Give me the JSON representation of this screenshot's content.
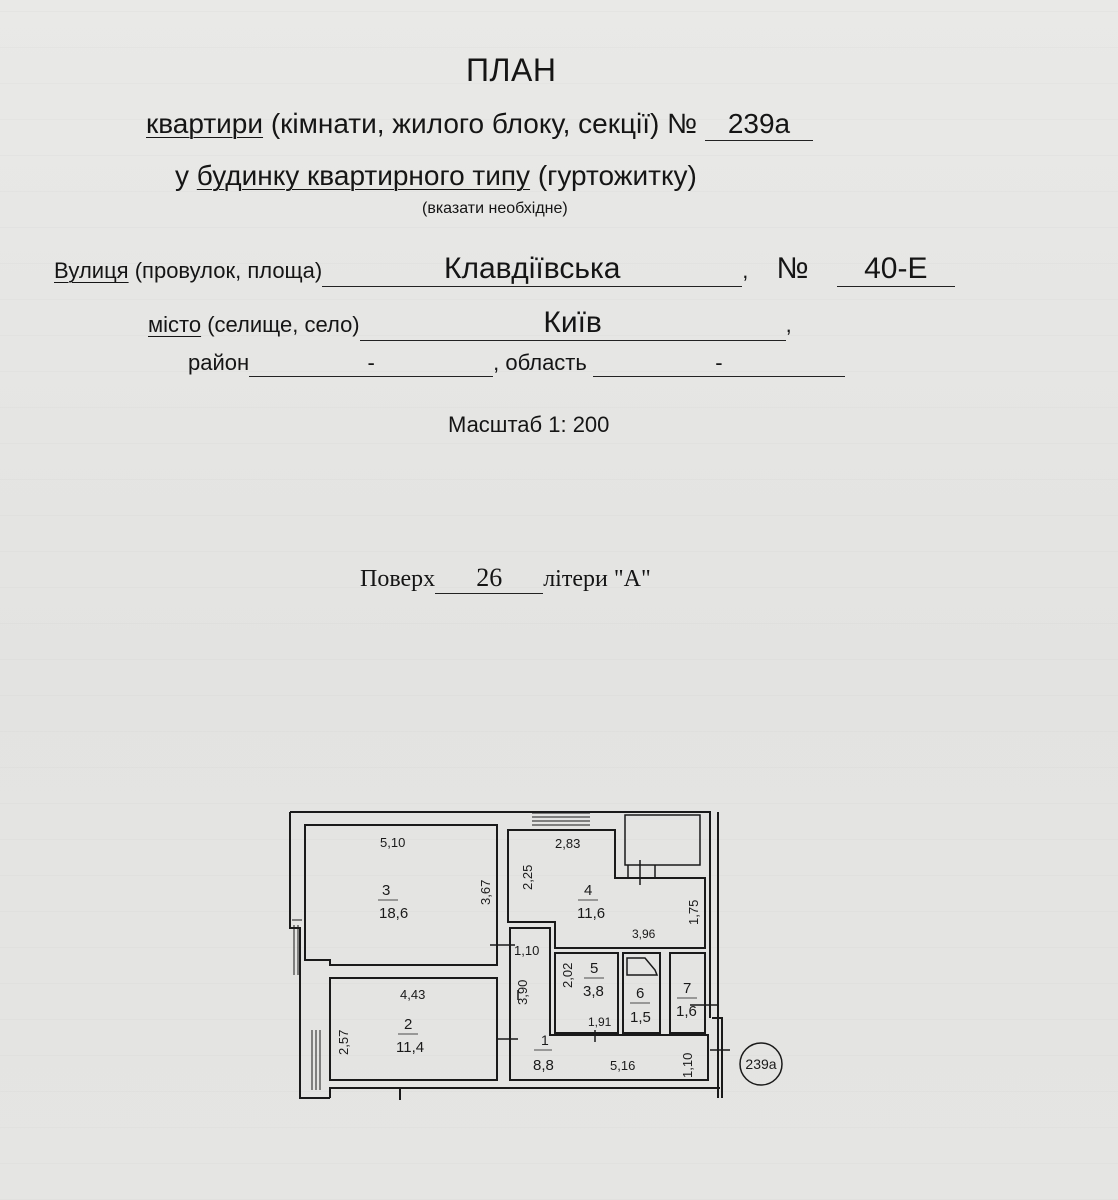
{
  "document": {
    "title": "ПЛАН",
    "apartment_line": {
      "prefix_underlined": "квартири",
      "text": "(кімнати, жилого блоку, секції)",
      "number_label": "№",
      "number_value": "239а"
    },
    "building_line": {
      "prefix": "у",
      "underlined": "будинку квартирного типу",
      "text": "(гуртожитку)"
    },
    "hint": "(вказати необхідне)",
    "street": {
      "label_underlined": "Вулиця",
      "label_rest": "(провулок, площа)",
      "value": "Клавдіївська",
      "comma": ",",
      "number_label": "№",
      "number_value": "40-Е"
    },
    "city": {
      "label_underlined": "місто",
      "label_rest": "(селище, село)",
      "value": "Київ",
      "comma": ","
    },
    "district": {
      "label": "район",
      "value": "-",
      "region_label": ", область",
      "region_value": "-"
    },
    "scale": "Масштаб 1: 200",
    "floor": {
      "label": "Поверх",
      "value": "26",
      "letter_label": "літери \"А\""
    }
  },
  "floor_plan": {
    "apartment_badge": "239а",
    "rooms": [
      {
        "id": "3",
        "area": "18,6",
        "dims": [
          "5,10",
          "3,67"
        ]
      },
      {
        "id": "4",
        "area": "11,6",
        "dims": [
          "2,83",
          "2,25",
          "3,96",
          "1,75"
        ]
      },
      {
        "id": "2",
        "area": "11,4",
        "dims": [
          "4,43",
          "2,57"
        ]
      },
      {
        "id": "1",
        "area": "8,8",
        "dims": [
          "1,10",
          "3,90",
          "5,16",
          "1,10"
        ]
      },
      {
        "id": "5",
        "area": "3,8",
        "dims": [
          "2,02",
          "1,91"
        ]
      },
      {
        "id": "6",
        "area": "1,5",
        "dims": []
      },
      {
        "id": "7",
        "area": "1,6",
        "dims": []
      }
    ]
  },
  "colors": {
    "paper": "#e4e4e2",
    "ink": "#151515"
  }
}
